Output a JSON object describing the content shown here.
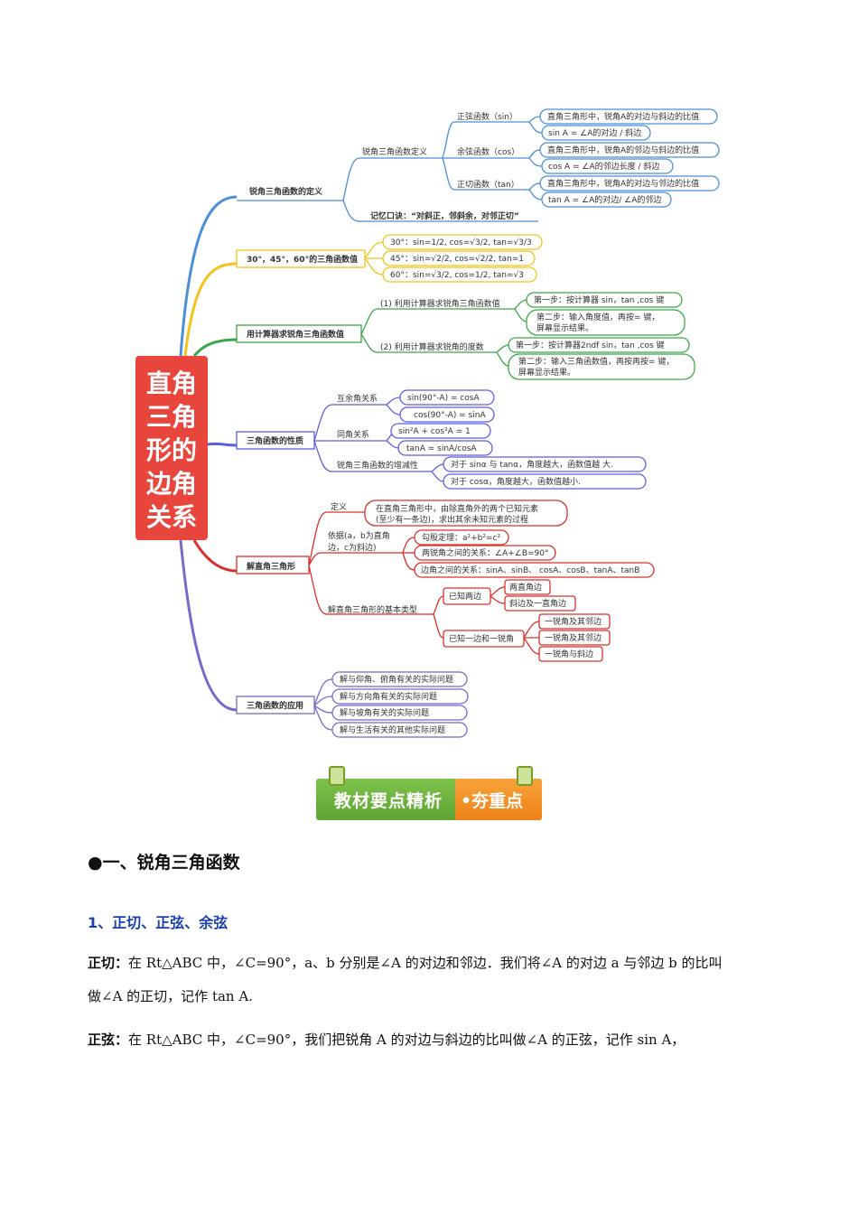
{
  "mindmap": {
    "center_title": [
      "直角",
      "三角",
      "形的",
      "边角",
      "关系"
    ],
    "branches": {
      "def": {
        "label": "锐角三角函数的定义",
        "sub": "锐角三角函数定义",
        "sin_name": "正弦函数（sin）",
        "sin_a": "直角三角形中，锐角A的对边与斜边的比值",
        "sin_b": "sin A = ∠A的对边 / 斜边",
        "cos_name": "余弦函数（cos）",
        "cos_a": "直角三角形中，锐角A的邻边与斜边的比值",
        "cos_b": "cos A = ∠A的邻边长度 / 斜边",
        "tan_name": "正切函数（tan）",
        "tan_a": "直角三角形中，锐角A的对边与邻边的比值",
        "tan_b": "tan A = ∠A的对边/ ∠A的邻边",
        "mnemonic": "记忆口诀：“对斜正，邻斜余，对邻正切”"
      },
      "special": {
        "label": "30°，45°，60°的三角函数值",
        "v30": "30°：sin=1/2, cos=√3/2, tan=√3/3",
        "v45": "45°：sin=√2/2, cos=√2/2, tan=1",
        "v60": "60°：sin=√3/2, cos=1/2, tan=√3"
      },
      "calc": {
        "label": "用计算器求锐角三角函数值",
        "s1": "(1) 利用计算器求锐角三角函数值",
        "s1a": "第一步：按计算器  sin，tan ,cos  键",
        "s1b1": "第二步：输入角度值，再按= 键，",
        "s1b2": "屏幕显示结果。",
        "s2": "(2) 利用计算器求锐角的度数",
        "s2a": "第一步：按计算器2ndf  sin，tan ,cos  键",
        "s2b1": "第二步：输入三角函数值，再按再按= 键，",
        "s2b2": "屏幕显示结果。"
      },
      "props": {
        "label": "三角函数的性质",
        "comp": "互余角关系",
        "comp_a": "sin(90°-A) = cosA",
        "comp_b": "cos(90°-A) = sinA",
        "same": "同角关系",
        "same_a": "sin²A + cos²A = 1",
        "same_b": "tanA = sinA/cosA",
        "mono": "锐角三角函数的增减性",
        "mono_a": "对于 sinα 与 tanα，角度越大，函数值越 大.",
        "mono_b": "对于 cosα，角度越大，函数值越小."
      },
      "solve": {
        "label": "解直角三角形",
        "def": "定义",
        "def_a1": "在直角三角形中，由除直角外的两个已知元素",
        "def_a2": "(至少有一条边)，求出其余未知元素的过程",
        "basis1": "依据(a，b为直角",
        "basis2": "边，c为斜边)",
        "basis_a": "勾股定理：a²+b²=c²",
        "basis_b": "两锐角之间的关系：∠A+∠B=90°",
        "basis_c": "边角之间的关系：sinA、sinB、 cosA、cosB、tanA、tanB",
        "types": "解直角三角形的基本类型",
        "two_sides": "已知两边",
        "ts_a": "两直角边",
        "ts_b": "斜边及一直角边",
        "side_angle": "已知一边和一锐角",
        "sa_a": "一锐角及其邻边",
        "sa_b": "一锐角及其邻边",
        "sa_c": "一锐角与斜边"
      },
      "apply": {
        "label": "三角函数的应用",
        "a": "解与仰角、俯角有关的实际问题",
        "b": "解与方向角有关的实际问题",
        "c": "解与坡角有关的实际问题",
        "d": "解与生活有关的其他实际问题"
      }
    }
  },
  "banner": {
    "left": "教材要点精析",
    "right": "•夯重点"
  },
  "colors": {
    "center": "#e8453c",
    "blue": "#4a8fd8",
    "yellow": "#f4c21a",
    "green": "#3aa846",
    "purple": "#5b5fe0",
    "red": "#d9302b",
    "violet": "#7b68c8"
  },
  "section": {
    "title": "●一、锐角三角函数",
    "subtitle": "1、正切、正弦、余弦"
  },
  "para1": {
    "label": "正切：",
    "l1": "在 Rt△ABC 中，∠C=90°，a、b 分别是∠A 的对边和邻边．我们将∠A 的对边 a 与邻边 b 的比叫",
    "l2": "做∠A 的正切，记作 tan  A."
  },
  "para2": {
    "label": "正弦：",
    "l1": "在  Rt△ABC  中，∠C=90°，我们把锐角  A  的对边与斜边的比叫做∠A  的正弦，记作  sin  A，"
  }
}
